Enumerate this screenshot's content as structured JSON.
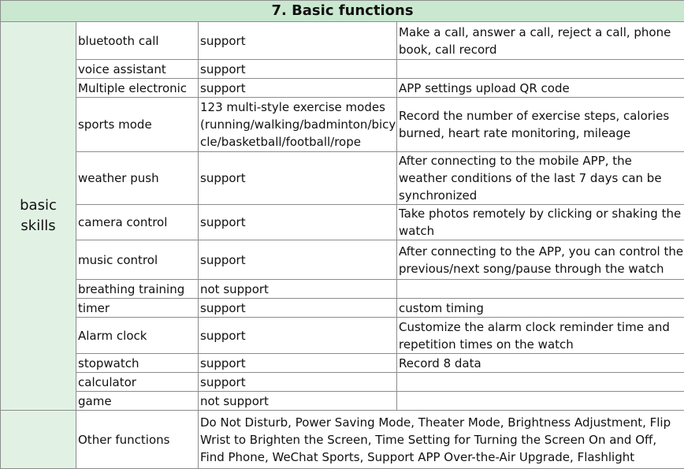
{
  "title": "7. Basic functions",
  "groups": {
    "basic": "basic skills",
    "other": ""
  },
  "rows": [
    {
      "feature": "bluetooth call",
      "support": "support",
      "description": "Make a call, answer a call, reject a call, phone book, call record"
    },
    {
      "feature": "voice assistant",
      "support": "support",
      "description": ""
    },
    {
      "feature": "Multiple electronic",
      "support": "support",
      "description": "APP settings upload QR code"
    },
    {
      "feature": "sports mode",
      "support": "123 multi-style exercise modes (running/walking/badminton/bicycle/basketball/football/rope",
      "description": "Record the number of exercise steps, calories burned, heart rate monitoring, mileage"
    },
    {
      "feature": "weather push",
      "support": "support",
      "description": "After connecting to the mobile APP, the weather conditions of the last 7 days can be synchronized"
    },
    {
      "feature": "camera control",
      "support": "support",
      "description": "Take photos remotely by clicking or shaking the watch"
    },
    {
      "feature": "music control",
      "support": "support",
      "description": "After connecting to the APP, you can control the previous/next song/pause through the watch"
    },
    {
      "feature": "breathing training",
      "support": "not support",
      "description": ""
    },
    {
      "feature": "timer",
      "support": "support",
      "description": "custom timing"
    },
    {
      "feature": "Alarm clock",
      "support": "support",
      "description": "Customize the alarm clock reminder time and repetition times on the watch"
    },
    {
      "feature": "stopwatch",
      "support": "support",
      "description": "Record 8 data"
    },
    {
      "feature": "calculator",
      "support": "support",
      "description": ""
    },
    {
      "feature": "game",
      "support": "not support",
      "description": ""
    }
  ],
  "other_row": {
    "feature": "Other functions",
    "description": "Do Not Disturb, Power Saving Mode, Theater Mode, Brightness Adjustment, Flip Wrist to Brighten the Screen, Time Setting for Turning the Screen On and Off, Find Phone, WeChat Sports, Support APP Over-the-Air Upgrade, Flashlight"
  },
  "colors": {
    "title_bg": "#c9e8cf",
    "group_bg": "#e1f2e4",
    "grid": "#8c8c8c"
  }
}
